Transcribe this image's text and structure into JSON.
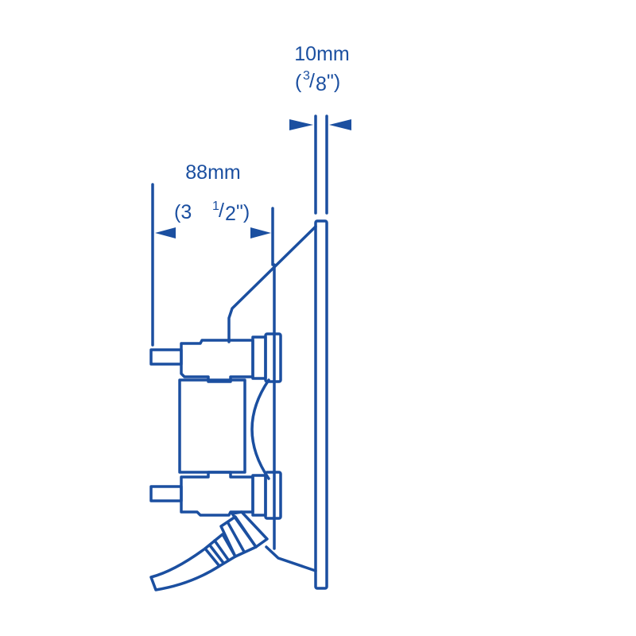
{
  "dimensions": {
    "thickness": {
      "metric": "10mm",
      "open": "(",
      "num": "3",
      "slash": "/",
      "den": "8",
      "close": "\")"
    },
    "depth": {
      "metric": "88mm",
      "open": "(3",
      "num": "1",
      "slash": "/",
      "den": "2",
      "close": "\")"
    }
  },
  "colors": {
    "line": "#1b4fa0",
    "background": "#ffffff"
  }
}
